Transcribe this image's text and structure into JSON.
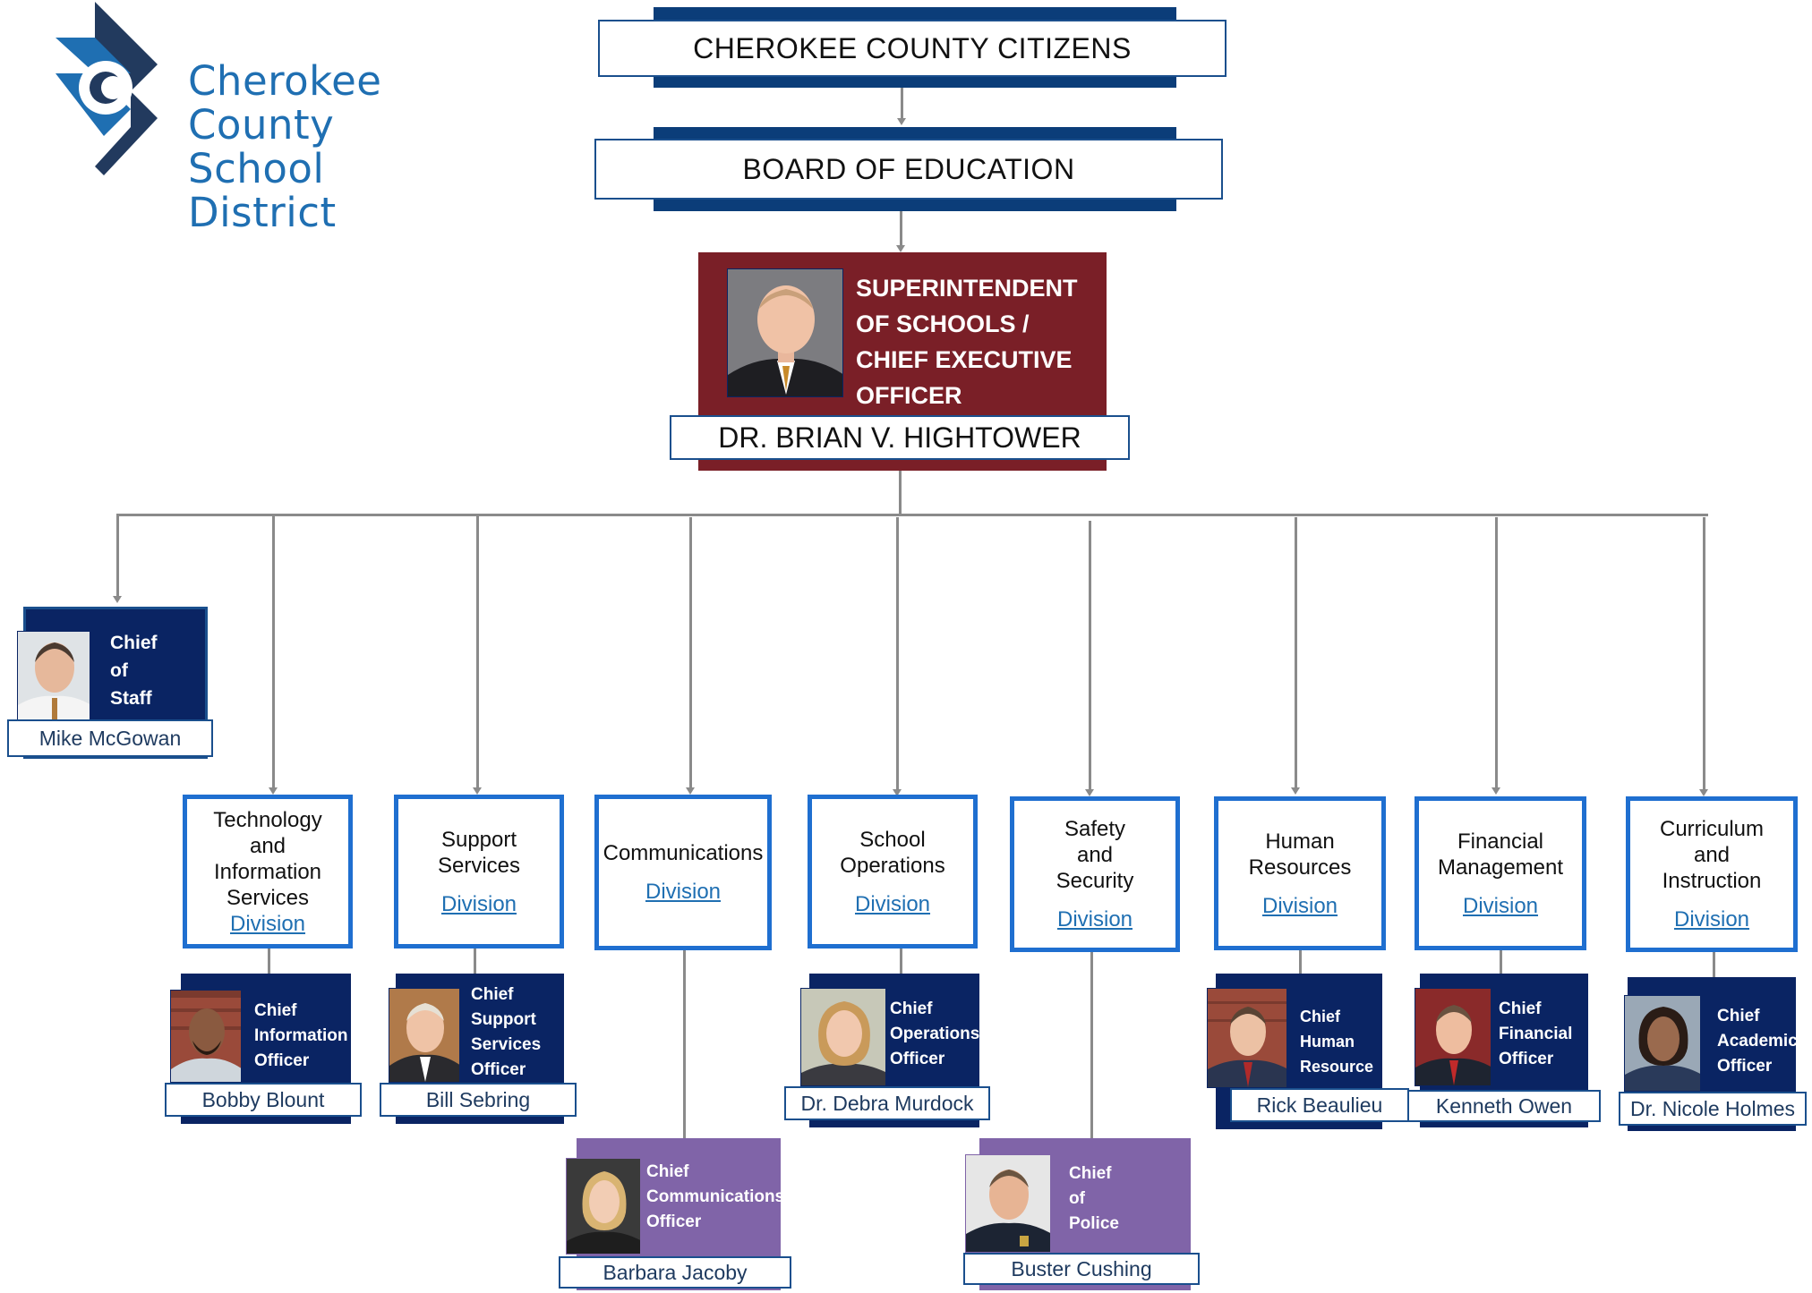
{
  "logo": {
    "lines": [
      "Cherokee",
      "County",
      "School",
      "District"
    ],
    "icon": "cherokee-c-logo-icon"
  },
  "top": {
    "citizens": "CHEROKEE COUNTY CITIZENS",
    "board": "BOARD OF EDUCATION"
  },
  "superintendent": {
    "title_lines": [
      "SUPERINTENDENT",
      "OF SCHOOLS /",
      "CHIEF EXECUTIVE",
      "OFFICER"
    ],
    "name": "DR. BRIAN V. HIGHTOWER"
  },
  "chief_of_staff": {
    "title_lines": [
      "Chief",
      "of",
      "Staff"
    ],
    "name": "Mike McGowan"
  },
  "divisions": [
    {
      "lines": [
        "Technology",
        "and",
        "Information",
        "Services"
      ],
      "link": "Division",
      "officer": {
        "title_lines": [
          "Chief",
          "Information",
          "Officer"
        ],
        "name": "Bobby Blount"
      }
    },
    {
      "lines": [
        "Support",
        "Services"
      ],
      "link": "Division",
      "officer": {
        "title_lines": [
          "Chief",
          "Support",
          "Services",
          "Officer"
        ],
        "name": "Bill Sebring"
      }
    },
    {
      "lines": [
        "Communications"
      ],
      "link": "Division",
      "officer": {
        "title_lines": [
          "Chief",
          "Communications",
          "Officer"
        ],
        "name": "Barbara Jacoby"
      }
    },
    {
      "lines": [
        "School",
        "Operations"
      ],
      "link": "Division",
      "officer": {
        "title_lines": [
          "Chief",
          "Operations",
          "Officer"
        ],
        "name": "Dr. Debra Murdock"
      }
    },
    {
      "lines": [
        "Safety",
        "and",
        "Security"
      ],
      "link": "Division",
      "officer": {
        "title_lines": [
          "Chief",
          "of",
          "Police"
        ],
        "name": "Buster Cushing"
      }
    },
    {
      "lines": [
        "Human",
        "Resources"
      ],
      "link": "Division",
      "officer": {
        "title_lines": [
          "Chief",
          "Human",
          "Resource"
        ],
        "name": "Rick Beaulieu"
      }
    },
    {
      "lines": [
        "Financial",
        "Management"
      ],
      "link": "Division",
      "officer": {
        "title_lines": [
          "Chief",
          "Financial",
          "Officer"
        ],
        "name": "Kenneth Owen"
      }
    },
    {
      "lines": [
        "Curriculum",
        "and",
        "Instruction"
      ],
      "link": "Division",
      "officer": {
        "title_lines": [
          "Chief",
          "Academic",
          "Officer"
        ],
        "name": "Dr. Nicole Holmes"
      }
    }
  ],
  "colors": {
    "navy": "#0a2463",
    "band": "#0b3d79",
    "maroon": "#7a1f27",
    "purple": "#8064a8",
    "division_border": "#1f6fd0",
    "link": "#1f6fb2"
  }
}
